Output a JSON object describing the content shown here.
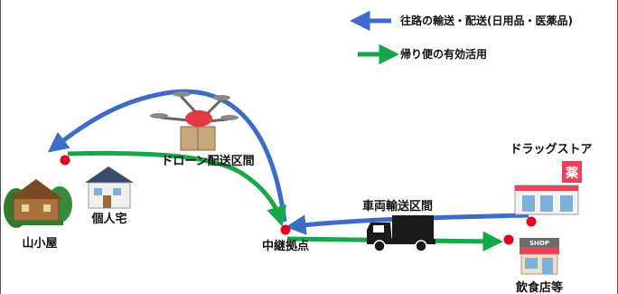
{
  "legend": {
    "outbound_label": "往路の輸送・配送(日用品・医薬品)",
    "outbound_color": "#3d6bc9",
    "return_label": "帰り便の有効活用",
    "return_color": "#14a84a"
  },
  "nodes": {
    "mountain_hut": "山小屋",
    "private_house": "個人宅",
    "relay_point": "中継拠点",
    "drugstore": "ドラッグストア",
    "restaurant": "飲食店等"
  },
  "segments": {
    "drone": "ドローン配送区間",
    "vehicle": "車両輸送区間"
  },
  "signs": {
    "drugstore_sign": "薬",
    "shop_sign": "SHOP"
  },
  "colors": {
    "node_dot": "#e8001c",
    "frame": "#555555"
  },
  "icons": {
    "drone": "drone-icon",
    "truck": "truck-icon",
    "hut": "mountain-hut-icon",
    "house": "house-icon",
    "drugstore": "drugstore-icon",
    "shop": "shop-icon"
  }
}
